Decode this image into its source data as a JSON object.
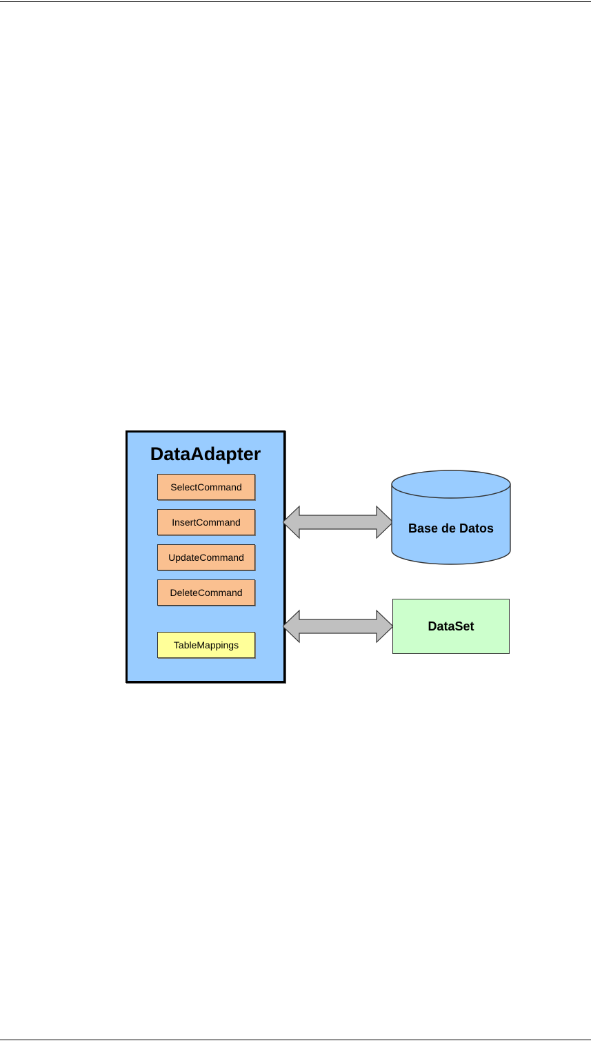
{
  "diagram": {
    "adapter": {
      "title": "DataAdapter",
      "commands": [
        "SelectCommand",
        "InsertCommand",
        "UpdateCommand",
        "DeleteCommand"
      ],
      "mappings": "TableMappings"
    },
    "database": {
      "label": "Base de Datos"
    },
    "dataset": {
      "label": "DataSet"
    }
  },
  "colors": {
    "adapter_fill": "#99ccff",
    "command_fill": "#fac090",
    "mappings_fill": "#ffff99",
    "database_fill": "#99ccff",
    "dataset_fill": "#ccffcc",
    "arrow_fill": "#c0c0c0"
  }
}
